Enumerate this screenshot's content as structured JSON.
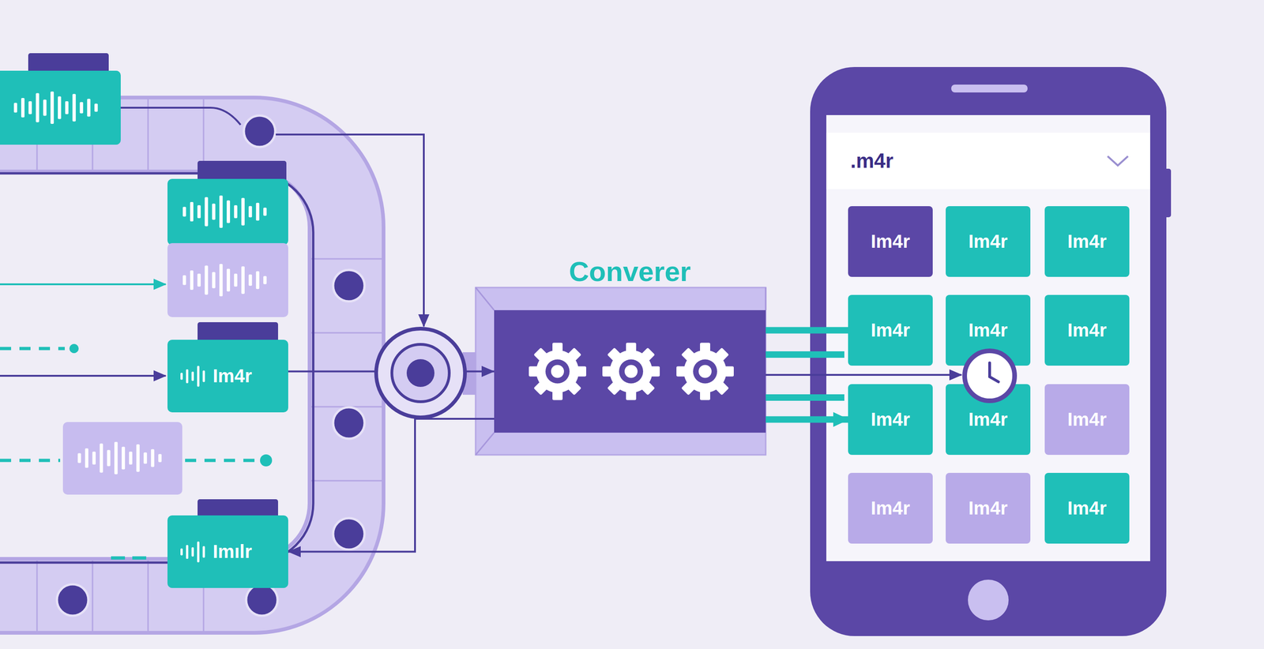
{
  "diagram": {
    "nodes": [
      {
        "text": [
          "Im4r"
        ]
      },
      {
        "text": [
          "Imılr"
        ]
      },
      {
        "text": [
          "Converer"
        ]
      },
      {
        "text": [
          ".m4r"
        ]
      },
      {
        "text": [
          "Im4r"
        ]
      },
      {
        "text": [
          "Im4r"
        ]
      },
      {
        "text": [
          "Im4r"
        ]
      },
      {
        "text": [
          "Im4r"
        ]
      },
      {
        "text": [
          "Im4r"
        ]
      },
      {
        "text": [
          "Im4r"
        ]
      },
      {
        "text": [
          "Im4r"
        ]
      },
      {
        "text": [
          "Im4r"
        ]
      },
      {
        "text": [
          "Im4r"
        ]
      },
      {
        "text": [
          "Im4r"
        ]
      },
      {
        "text": [
          "Im4r"
        ]
      },
      {
        "text": [
          "Im4r"
        ]
      }
    ],
    "edges": [
      {
        "from": 0,
        "to": 2,
        "arrow": "to"
      },
      {
        "from": 2,
        "to": 1,
        "arrow": "to"
      },
      {
        "from": 2,
        "to": 7,
        "arrow": "none"
      },
      {
        "from": 2,
        "to": 10,
        "arrow": "to"
      }
    ]
  }
}
